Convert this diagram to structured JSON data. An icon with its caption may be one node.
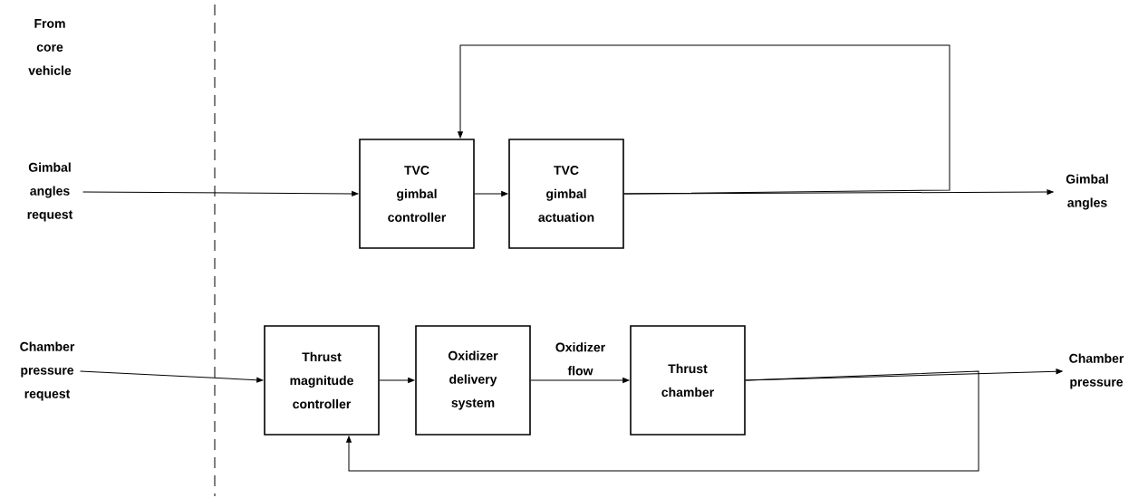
{
  "diagram": {
    "nodes": [
      {
        "text": [
          "Gimbal angles request"
        ]
      },
      {
        "text": [
          "TVC gimbal controller"
        ]
      },
      {
        "text": [
          "TVC gimbal actuation"
        ]
      },
      {
        "text": [
          "Gimbal angles"
        ]
      },
      {
        "text": [
          "Chamber pressure request"
        ]
      },
      {
        "text": [
          "Thrust magnitude controller"
        ]
      },
      {
        "text": [
          "Oxidizer delivery system"
        ]
      },
      {
        "text": [
          "Thrust chamber"
        ]
      },
      {
        "text": [
          "Chamber pressure"
        ]
      }
    ],
    "edges": [
      {
        "from": 0,
        "to": 1,
        "arrow": "to"
      },
      {
        "from": 1,
        "to": 2,
        "arrow": "to"
      },
      {
        "from": 2,
        "to": 3,
        "arrow": "to"
      },
      {
        "from": 2,
        "to": 1,
        "arrow": "to"
      },
      {
        "from": 4,
        "to": 5,
        "arrow": "to"
      },
      {
        "from": 5,
        "to": 6,
        "arrow": "to"
      },
      {
        "from": 6,
        "to": 7,
        "arrow": "to",
        "label": "Oxidizer flow"
      },
      {
        "from": 7,
        "to": 8,
        "arrow": "to"
      },
      {
        "from": 7,
        "to": 5,
        "arrow": "to"
      }
    ],
    "labels": [
      "From core vehicle"
    ]
  }
}
